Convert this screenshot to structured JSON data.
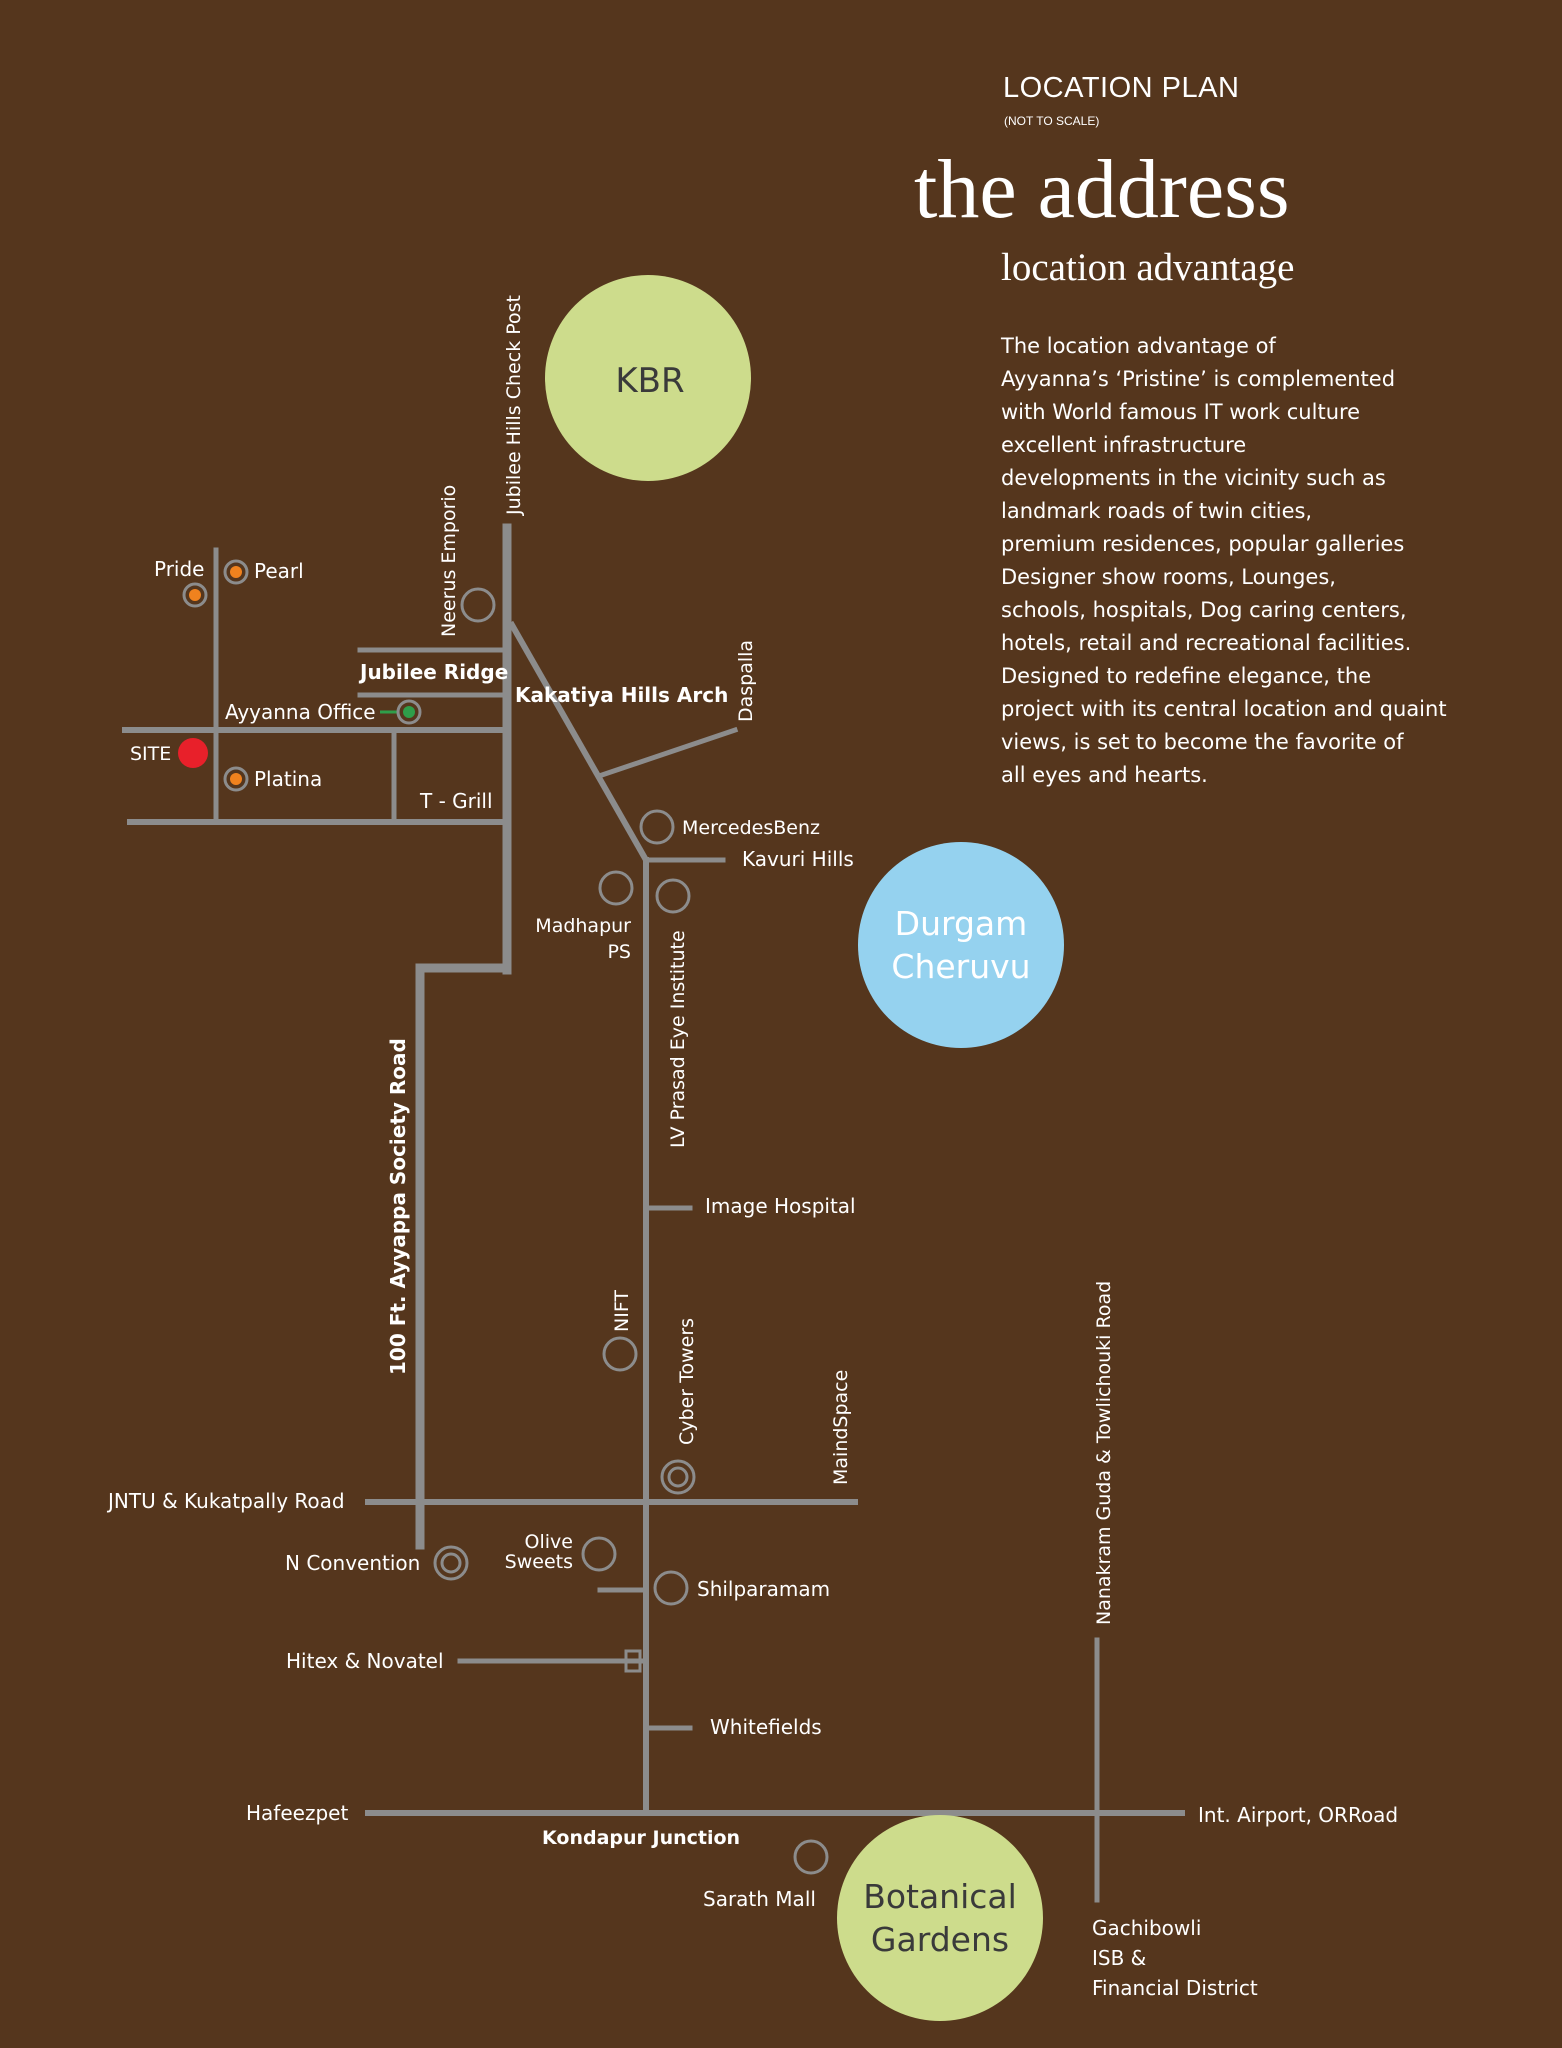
{
  "header": {
    "plan_label": "LOCATION PLAN",
    "scale_note": "(NOT TO SCALE)",
    "title": "the address",
    "subtitle": "location advantage"
  },
  "description_lines": [
    "The location advantage of",
    "Ayyanna’s ‘Pristine’ is complemented",
    "with World famous IT work culture",
    "excellent infrastructure",
    "developments in the vicinity such as",
    "landmark roads of twin cities,",
    "premium residences, popular galleries",
    "Designer show rooms, Lounges,",
    "schools, hospitals, Dog caring centers,",
    "hotels, retail and recreational facilities.",
    "Designed to redefine elegance, the",
    "project with its central location and quaint",
    "views, is set to become the favorite of",
    "all eyes and hearts."
  ],
  "colors": {
    "background": "#55361d",
    "road": "#8c8c8c",
    "green_area": "#cddc8c",
    "lake": "#95d2ef",
    "site_marker": "#e8202a",
    "project_marker": "#f0821e",
    "office_marker": "#2f9e4a"
  },
  "areas": {
    "kbr": "KBR",
    "durgam_line1": "Durgam",
    "durgam_line2": "Cheruvu",
    "botanical_line1": "Botanical",
    "botanical_line2": "Gardens"
  },
  "roads": {
    "jubilee_check_post": "Jubilee Hills Check Post",
    "ayyappa_society": "100 Ft. Ayyappa Society Road",
    "nanakram_guda": "Nanakram Guda & Towlichouki Road",
    "jntu": "JNTU & Kukatpally Road",
    "hafeezpet": "Hafeezpet",
    "airport": "Int. Airport, ORRoad",
    "kondapur": "Kondapur Junction",
    "jubilee_ridge": "Jubilee Ridge",
    "kakatiya_arch": "Kakatiya Hills Arch",
    "daspalla": "Daspalla",
    "kavuri_hills": "Kavuri Hills",
    "gachibowli_line1": "Gachibowli",
    "gachibowli_line2": "ISB &",
    "gachibowli_line3": "Financial District"
  },
  "landmarks": {
    "pride": "Pride",
    "pearl": "Pearl",
    "site": "SITE",
    "platina": "Platina",
    "ayyanna_office": "Ayyanna Office",
    "t_grill": "T - Grill",
    "neerus": "Neerus Emporio",
    "mercedes": "MercedesBenz",
    "madhapur_line1": "Madhapur",
    "madhapur_line2": "PS",
    "lv_prasad": "LV Prasad Eye Institute",
    "image_hospital": "Image Hospital",
    "nift": "NIFT",
    "cyber_towers": "Cyber Towers",
    "maindspace": "MaindSpace",
    "n_convention": "N Convention",
    "olive_line1": "Olive",
    "olive_line2": "Sweets",
    "shilparamam": "Shilparamam",
    "hitex": "Hitex & Novatel",
    "whitefields": "Whitefields",
    "sarath_mall": "Sarath Mall"
  }
}
